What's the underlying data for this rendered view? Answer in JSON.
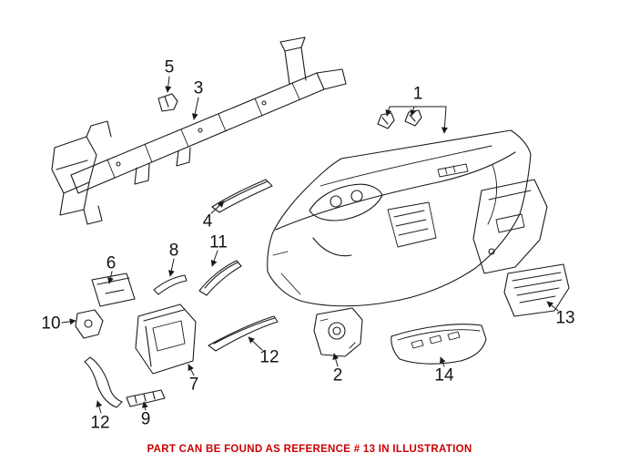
{
  "diagram": {
    "background": "#ffffff",
    "line_color": "#1a1a1a",
    "caption": {
      "text": "PART CAN BE FOUND AS REFERENCE # 13 IN ILLUSTRATION",
      "color": "#cc0000"
    },
    "labels": [
      "5",
      "3",
      "1",
      "4",
      "6",
      "8",
      "11",
      "10",
      "2",
      "7",
      "12",
      "9",
      "12",
      "13",
      "14"
    ]
  }
}
